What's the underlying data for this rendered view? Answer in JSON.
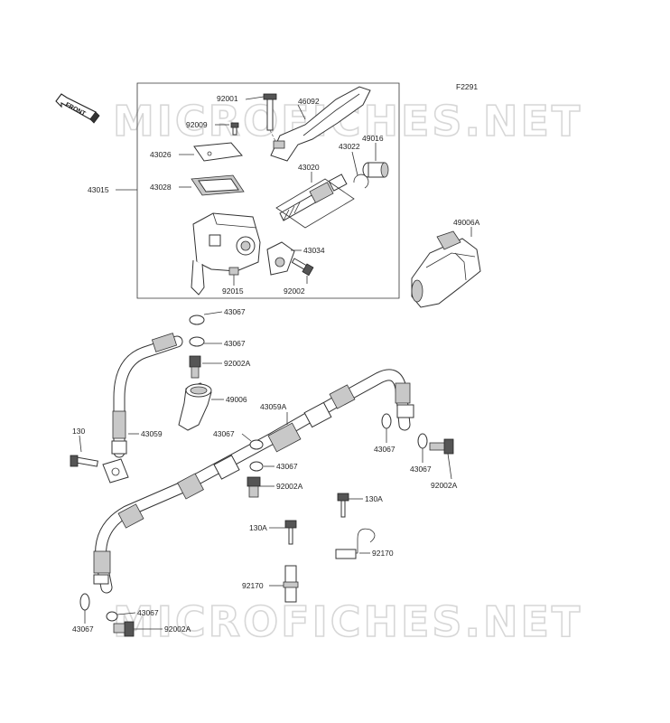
{
  "diagram_id": "F2291",
  "front_label": "FRONT",
  "watermark": "MICROFICHES.NET",
  "part_labels": {
    "p92001": "92001",
    "p46092": "46092",
    "p92009": "92009",
    "p43022": "43022",
    "p49016": "49016",
    "p43026": "43026",
    "p43020": "43020",
    "p43015": "43015",
    "p43028": "43028",
    "p49006A": "49006A",
    "p43034": "43034",
    "p92015": "92015",
    "p92002": "92002",
    "p43067_1": "43067",
    "p43067_2": "43067",
    "p92002A_1": "92002A",
    "p49006": "49006",
    "p43059A": "43059A",
    "p130": "130",
    "p43059": "43059",
    "p43067_3": "43067",
    "p43067_4": "43067",
    "p43067_5": "43067",
    "p43067_6": "43067",
    "p92002A_2": "92002A",
    "p92002A_3": "92002A",
    "p130A_1": "130A",
    "p130A_2": "130A",
    "p92170_1": "92170",
    "p92170_2": "92170",
    "p43067_7": "43067",
    "p43067_8": "43067",
    "p92002A_4": "92002A"
  }
}
